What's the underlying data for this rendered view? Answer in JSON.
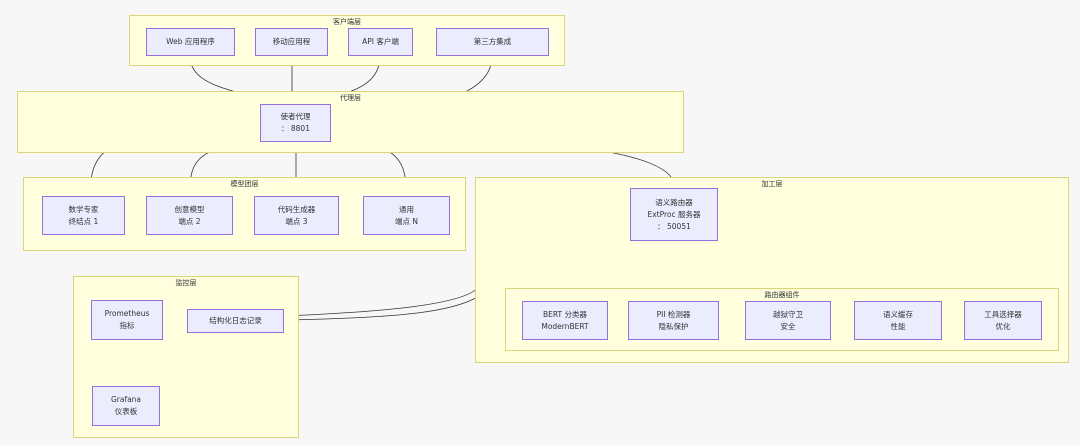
{
  "groups": {
    "client": "客户端层",
    "proxy": "代理层",
    "models": "模型团层",
    "processing": "加工层",
    "router_components": "路由器组件",
    "monitoring": "监控层"
  },
  "nodes": {
    "web_app": [
      "Web 应用程序"
    ],
    "mobile_app": [
      "移动应用程"
    ],
    "api_client": [
      "API 客户端"
    ],
    "third_party": [
      "第三方集成"
    ],
    "envoy": [
      "使者代理",
      "： 8801"
    ],
    "math_expert": [
      "数学专家",
      "终结点 1"
    ],
    "creative_model": [
      "创意模型",
      "端点 2"
    ],
    "code_generator": [
      "代码生成器",
      "端点 3"
    ],
    "general": [
      "通用",
      "端点 N"
    ],
    "semantic_router": [
      "语义路由器",
      "ExtProc 服务器",
      "： 50051"
    ],
    "bert_classifier": [
      "BERT 分类器",
      "ModernBERT"
    ],
    "pii_detector": [
      "PII 检测器",
      "隐私保护"
    ],
    "jailbreak_guard": [
      "越狱守卫",
      "安全"
    ],
    "semantic_cache": [
      "语义缓存",
      "性能"
    ],
    "tool_selector": [
      "工具选择器",
      "优化"
    ],
    "prometheus": [
      "Prometheus",
      "指标"
    ],
    "structured_logging": [
      "结构化日志记录"
    ],
    "grafana": [
      "Grafana",
      "仪表板"
    ]
  },
  "colors": {
    "background": "#f7f7f7",
    "group_fill": "#ffffde",
    "group_border": "#d9d57a",
    "node_fill": "#ececff",
    "node_border": "#9370db",
    "edge": "#333333"
  }
}
